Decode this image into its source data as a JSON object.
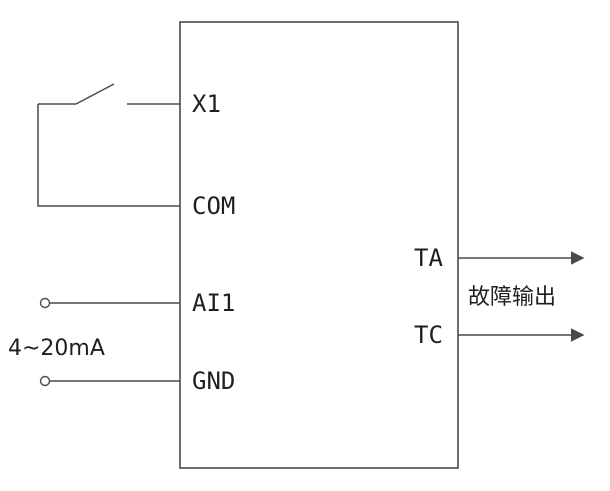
{
  "diagram": {
    "terminals": {
      "x1": "X1",
      "com": "COM",
      "ai1": "AI1",
      "gnd": "GND",
      "ta": "TA",
      "tc": "TC"
    },
    "labels": {
      "current_input": "4~20mA",
      "fault_output": "故障输出"
    },
    "colors": {
      "line": "#4a4a4a",
      "text": "#1f1f1f",
      "background": "#ffffff"
    }
  }
}
